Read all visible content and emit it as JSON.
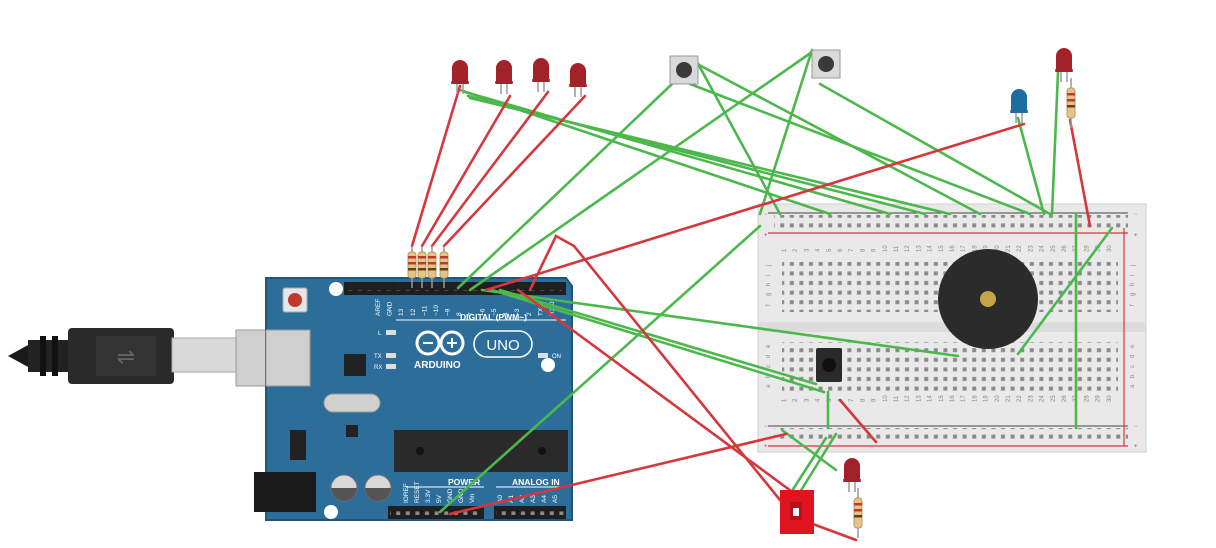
{
  "colors": {
    "arduino_board": "#2d6d9a",
    "breadboard": "#e9e9e9",
    "wire_green": "#4cb84c",
    "wire_red": "#d6373c",
    "led_red": "#a3222a",
    "led_blue": "#1d6e9f",
    "switch_red": "#e0141e",
    "chip": "#2a2a2a",
    "buzzer": "#2b2b2b"
  },
  "arduino": {
    "brand": "ARDUINO",
    "model": "UNO",
    "digital_label": "DIGITAL (PWM~)",
    "power_label": "POWER",
    "analog_label": "ANALOG IN",
    "header_top": [
      "AREF",
      "GND",
      "13",
      "12",
      "~11",
      "~10",
      "~9",
      "8",
      "7",
      "~6",
      "~5",
      "4",
      "~3",
      "2",
      "TX 1",
      "RX 0"
    ],
    "header_power": [
      "IOREF",
      "RESET",
      "3.3V",
      "5V",
      "GND",
      "GND",
      "Vin"
    ],
    "header_analog": [
      "A0",
      "A1",
      "A2",
      "A3",
      "A4",
      "A5"
    ],
    "led_labels": {
      "l": "L",
      "tx": "TX",
      "rx": "RX",
      "on": "ON"
    }
  },
  "breadboard": {
    "row_letters_top": [
      "j",
      "i",
      "h",
      "g",
      "f"
    ],
    "row_letters_bottom": [
      "e",
      "d",
      "c",
      "b",
      "a"
    ],
    "plus": "+",
    "minus": "−",
    "columns": 30
  },
  "icons": [
    "usb-cable-icon",
    "push-button-icon",
    "led-icon",
    "resistor-icon",
    "buzzer-icon",
    "slide-switch-icon",
    "tilt-sensor-icon"
  ]
}
